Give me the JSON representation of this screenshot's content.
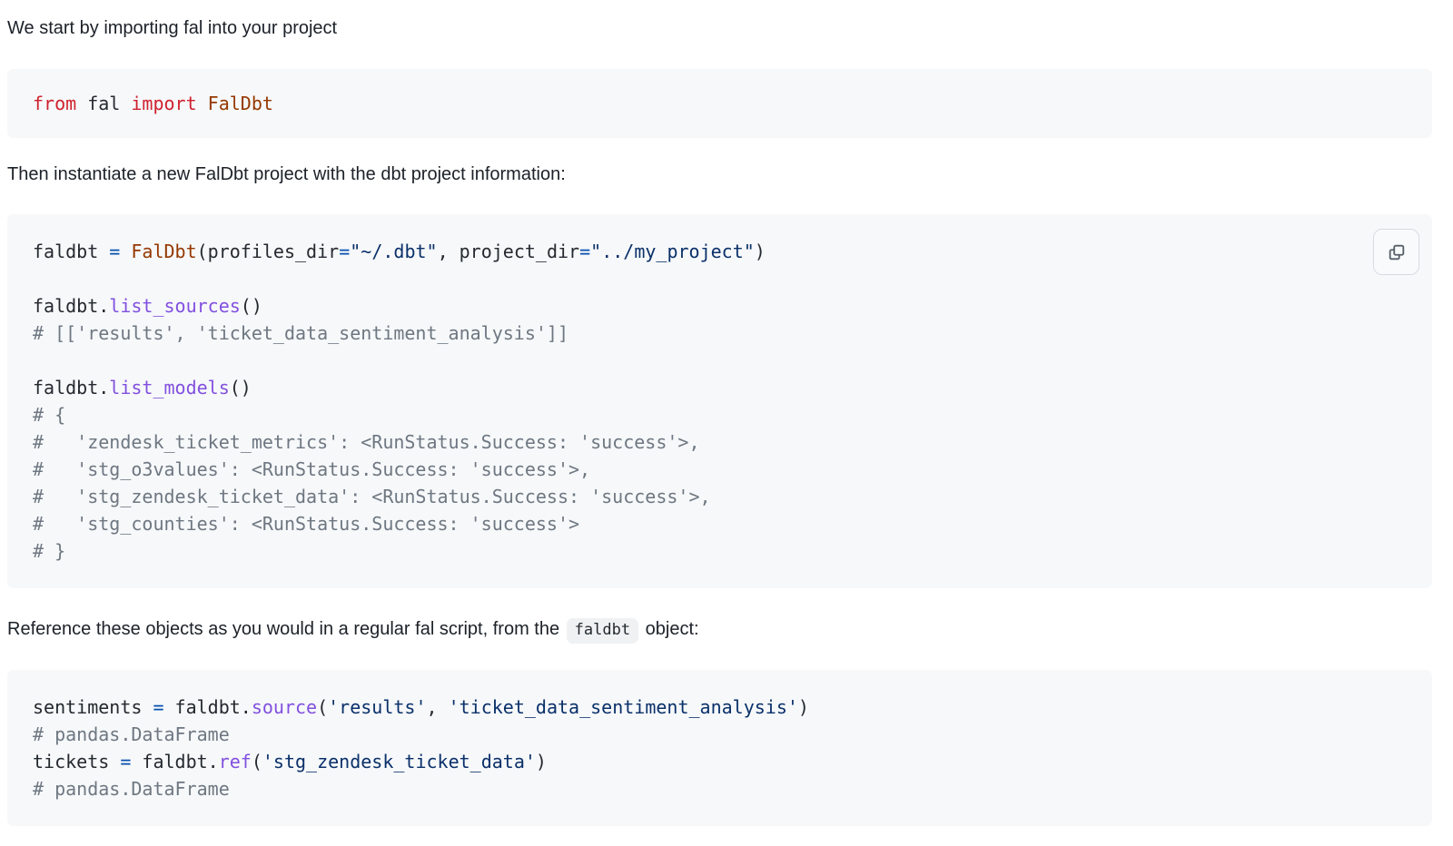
{
  "colors": {
    "page_bg": "#ffffff",
    "body_text": "#1c2128",
    "code_bg": "#f6f8fa",
    "plain": "#24292f",
    "keyword": "#cf222e",
    "class_name": "#953800",
    "operator": "#0550ae",
    "string": "#0a3069",
    "function": "#8250df",
    "comment": "#6e7781",
    "button_border": "#d7dce2",
    "button_bg": "#f9fafb",
    "icon": "#57606a",
    "inline_code_bg": "#eff1f3"
  },
  "token_legend": {
    "p": "plain",
    "k": "keyword",
    "cl": "class-name",
    "o": "operator",
    "s": "string",
    "f": "function",
    "c": "comment"
  },
  "content": {
    "intro_paragraph": "We start by importing fal into your project",
    "instantiate_paragraph": "Then instantiate a new FalDbt project with the dbt project information:",
    "reference_paragraph": {
      "before": "Reference these objects as you would in a regular fal script, from the ",
      "code": "faldbt",
      "after": " object:"
    }
  },
  "code_blocks": [
    {
      "name": "import-block",
      "lines": [
        [
          {
            "t": "from",
            "c": "k"
          },
          {
            "t": " fal ",
            "c": "p"
          },
          {
            "t": "import",
            "c": "k"
          },
          {
            "t": " FalDbt",
            "c": "cl"
          }
        ]
      ]
    },
    {
      "name": "instantiate-block",
      "copy_button": {
        "icon": "copy-icon"
      },
      "lines": [
        [
          {
            "t": "faldbt ",
            "c": "p"
          },
          {
            "t": "=",
            "c": "o"
          },
          {
            "t": " ",
            "c": "p"
          },
          {
            "t": "FalDbt",
            "c": "cl"
          },
          {
            "t": "(profiles_dir",
            "c": "p"
          },
          {
            "t": "=",
            "c": "o"
          },
          {
            "t": "\"~/.dbt\"",
            "c": "s"
          },
          {
            "t": ", project_dir",
            "c": "p"
          },
          {
            "t": "=",
            "c": "o"
          },
          {
            "t": "\"../my_project\"",
            "c": "s"
          },
          {
            "t": ")",
            "c": "p"
          }
        ],
        [],
        [
          {
            "t": "faldbt.",
            "c": "p"
          },
          {
            "t": "list_sources",
            "c": "f"
          },
          {
            "t": "()",
            "c": "p"
          }
        ],
        [
          {
            "t": "# [['results', 'ticket_data_sentiment_analysis']]",
            "c": "c"
          }
        ],
        [],
        [
          {
            "t": "faldbt.",
            "c": "p"
          },
          {
            "t": "list_models",
            "c": "f"
          },
          {
            "t": "()",
            "c": "p"
          }
        ],
        [
          {
            "t": "# {",
            "c": "c"
          }
        ],
        [
          {
            "t": "#   'zendesk_ticket_metrics': <RunStatus.Success: 'success'>,",
            "c": "c"
          }
        ],
        [
          {
            "t": "#   'stg_o3values': <RunStatus.Success: 'success'>,",
            "c": "c"
          }
        ],
        [
          {
            "t": "#   'stg_zendesk_ticket_data': <RunStatus.Success: 'success'>,",
            "c": "c"
          }
        ],
        [
          {
            "t": "#   'stg_counties': <RunStatus.Success: 'success'>",
            "c": "c"
          }
        ],
        [
          {
            "t": "# }",
            "c": "c"
          }
        ]
      ]
    },
    {
      "name": "reference-block",
      "lines": [
        [
          {
            "t": "sentiments ",
            "c": "p"
          },
          {
            "t": "=",
            "c": "o"
          },
          {
            "t": " faldbt.",
            "c": "p"
          },
          {
            "t": "source",
            "c": "f"
          },
          {
            "t": "(",
            "c": "p"
          },
          {
            "t": "'results'",
            "c": "s"
          },
          {
            "t": ", ",
            "c": "p"
          },
          {
            "t": "'ticket_data_sentiment_analysis'",
            "c": "s"
          },
          {
            "t": ")",
            "c": "p"
          }
        ],
        [
          {
            "t": "# pandas.DataFrame",
            "c": "c"
          }
        ],
        [
          {
            "t": "tickets ",
            "c": "p"
          },
          {
            "t": "=",
            "c": "o"
          },
          {
            "t": " faldbt.",
            "c": "p"
          },
          {
            "t": "ref",
            "c": "f"
          },
          {
            "t": "(",
            "c": "p"
          },
          {
            "t": "'stg_zendesk_ticket_data'",
            "c": "s"
          },
          {
            "t": ")",
            "c": "p"
          }
        ],
        [
          {
            "t": "# pandas.DataFrame",
            "c": "c"
          }
        ]
      ]
    }
  ]
}
